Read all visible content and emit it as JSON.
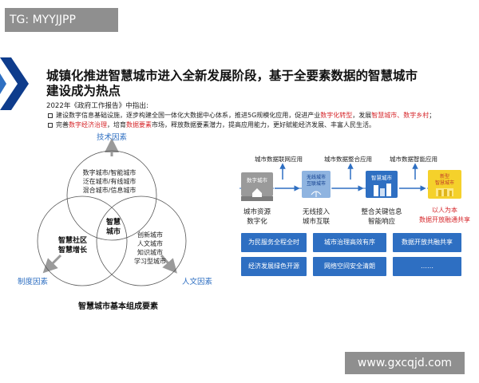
{
  "tag": "TG: MYYJJPP",
  "title_line1": "城镇化推进智慧城市进入全新发展阶段，基于全要素数据的智慧城市",
  "title_line2": "建设成为热点",
  "intro": "2022年《政府工作报告》中指出:",
  "bullet1": {
    "a": "建设数字信息基础设施，逐步构建全国一体化大数据中心体系，推进5G规模化应用，促进产业",
    "b": "数字化转型",
    "c": "，发展",
    "d": "智慧城市、数字乡村",
    "e": "；"
  },
  "bullet2": {
    "a": "完善",
    "b": "数字经济治理",
    "c": "，培育",
    "d": "数据要素",
    "e": "市场，释放数据要素潜力，提高应用能力，更好赋能经济发展、丰富人民生活。"
  },
  "venn": {
    "top_label": "技术因素",
    "left_label": "制度因素",
    "right_label": "人文因素",
    "top_lines": [
      "数字城市/智能城市",
      "泛在城市/有线城市",
      "混合城市/信息城市"
    ],
    "center_lines": [
      "智慧",
      "城市"
    ],
    "left_lines": [
      "智慧社区",
      "智慧增长"
    ],
    "right_lines": [
      "创新城市",
      "人文城市",
      "知识城市",
      "学习型城市"
    ],
    "caption": "智慧城市基本组成要素"
  },
  "flow": {
    "top_labels": [
      "城市数据联网应用",
      "城市数据整合应用",
      "城市数据智能应用"
    ],
    "stages": [
      {
        "title": "数字城市",
        "bottom": [
          "城市资源",
          "数字化"
        ]
      },
      {
        "title": "无线城市\n互联城市",
        "bottom": [
          "无线接入",
          "城市互联"
        ]
      },
      {
        "title": "智慧城市",
        "bottom": [
          "整合关键信息",
          "智能响应"
        ]
      },
      {
        "title": "新型\n智慧城市",
        "bottom": [
          "以人为本",
          "数据开放融通共享"
        ]
      }
    ],
    "pills": [
      "为民服务全程全时",
      "城市治理高效有序",
      "数据开放共融共享",
      "经济发展绿色开源",
      "网络空间安全清朗",
      "……"
    ]
  },
  "watermark": "www.gxcqjd.com",
  "colors": {
    "blue": "#2e6fc2",
    "red": "#d6272b",
    "yellow": "#f5d12b",
    "gray": "#8f8f8f",
    "navy": "#0e3c8c"
  }
}
